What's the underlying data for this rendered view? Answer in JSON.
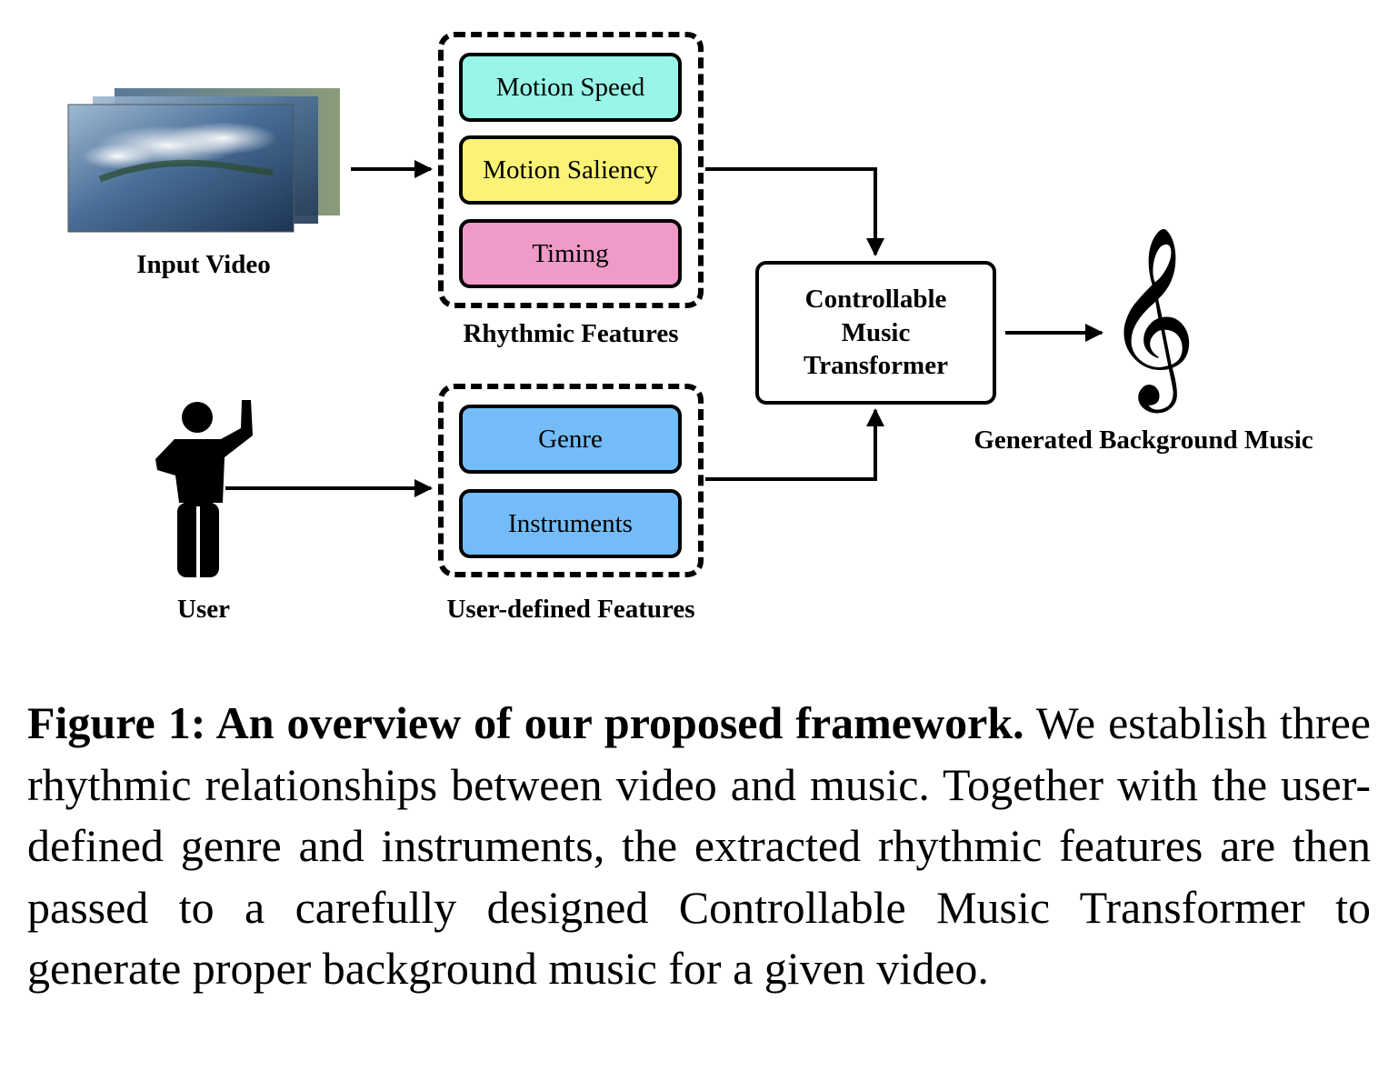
{
  "figure": {
    "input_video_label": "Input Video",
    "user_label": "User",
    "rhythmic_group": {
      "label": "Rhythmic Features",
      "items": [
        {
          "label": "Motion Speed",
          "color": "#98f5e7"
        },
        {
          "label": "Motion Saliency",
          "color": "#fbf276"
        },
        {
          "label": "Timing",
          "color": "#ef9ac7"
        }
      ]
    },
    "user_group": {
      "label": "User-defined Features",
      "items": [
        {
          "label": "Genre",
          "color": "#73bcf7"
        },
        {
          "label": "Instruments",
          "color": "#73bcf7"
        }
      ]
    },
    "transformer": {
      "line1": "Controllable",
      "line2": "Music",
      "line3": "Transformer"
    },
    "output_label": "Generated Background Music",
    "clef_glyph": "𝄞"
  },
  "caption": {
    "lead": "Figure 1: An overview of our proposed framework.",
    "body": " We es­tablish three rhythmic relationships between video and mu­sic. Together with the user-defined genre and instruments, the extracted rhythmic features are then passed to a care­fully designed Controllable Music Transformer to generate proper background music for a given video."
  }
}
